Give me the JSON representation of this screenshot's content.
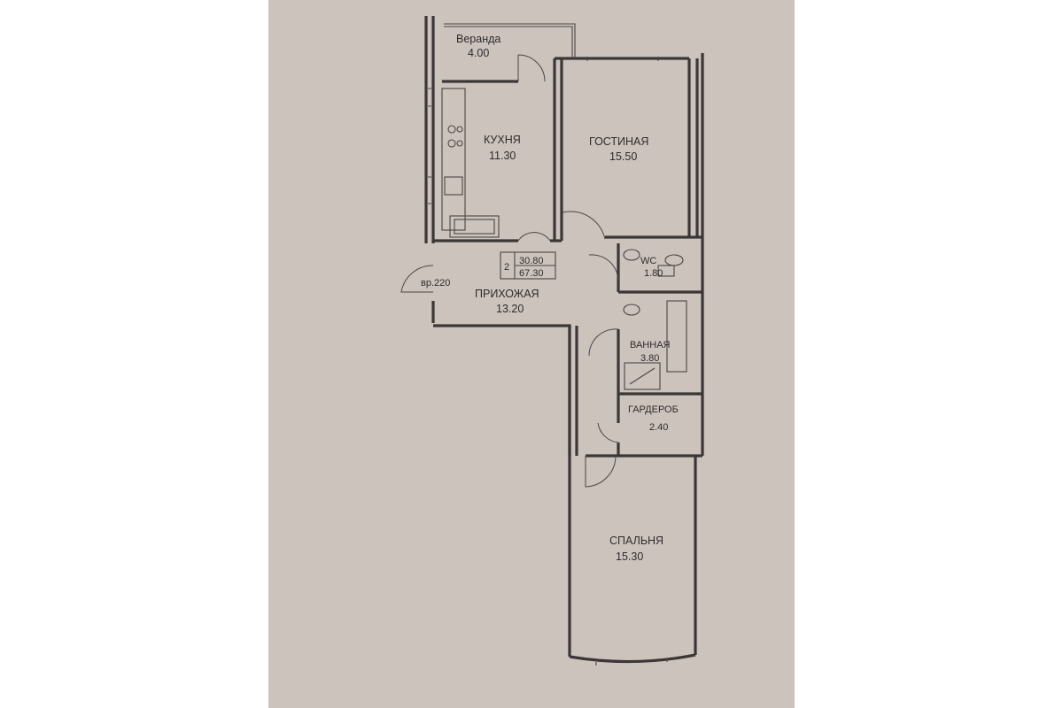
{
  "rooms": {
    "veranda": {
      "name": "Веранда",
      "area": "4.00"
    },
    "kitchen": {
      "name": "КУХНЯ",
      "area": "11.30"
    },
    "living": {
      "name": "ГОСТИНАЯ",
      "area": "15.50"
    },
    "wc": {
      "name": "WC",
      "area": "1.80"
    },
    "hall": {
      "name": "ПРИХОЖАЯ",
      "area": "13.20"
    },
    "bath": {
      "name": "ВАННАЯ",
      "area": "3.80"
    },
    "wardrobe": {
      "name": "ГАРДЕРОБ",
      "area": "2.40"
    },
    "bedroom": {
      "name": "СПАЛЬНЯ",
      "area": "15.30"
    }
  },
  "summary": {
    "rooms_count": "2",
    "living_area": "30.80",
    "total_area": "67.30"
  },
  "entrance_label": "вр.220",
  "colors": {
    "paper": "#ccc3bd",
    "ink": "#3b3736",
    "background": "#ffffff"
  }
}
